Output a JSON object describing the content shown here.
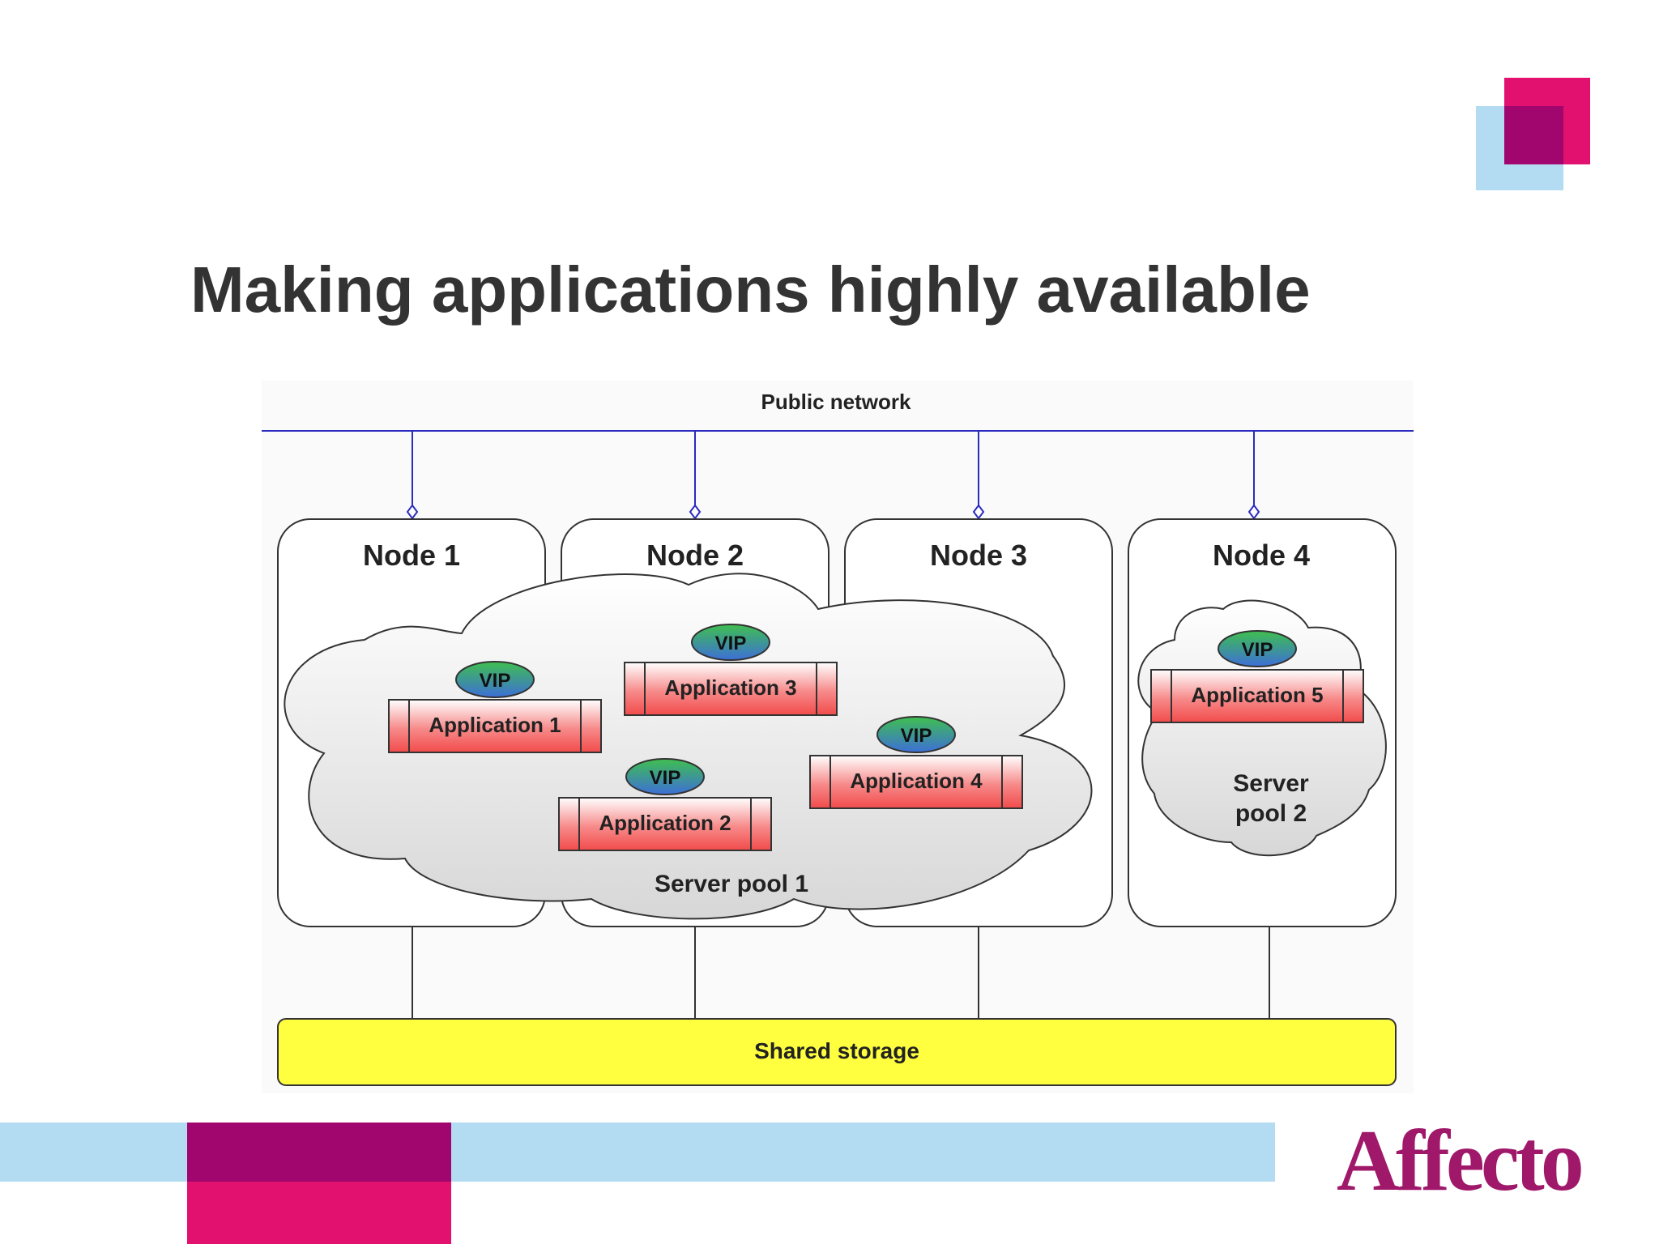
{
  "slide": {
    "title": "Making applications highly available",
    "brand": "Affecto"
  },
  "colors": {
    "magenta": "#e2106f",
    "dark_magenta": "#a0066e",
    "light_blue": "#b3dcf2",
    "network_line": "#2b2bbf",
    "storage_fill": "#ffff40",
    "app_red": "#f24b4b",
    "vip_blue": "#3d6fd8",
    "vip_green": "#3fbf4f"
  },
  "diagram": {
    "network_label": "Public network",
    "storage_label": "Shared storage",
    "vip_label": "VIP",
    "nodes": [
      {
        "label": "Node 1"
      },
      {
        "label": "Node 2"
      },
      {
        "label": "Node 3"
      },
      {
        "label": "Node 4"
      }
    ],
    "pools": [
      {
        "label": "Server pool 1"
      },
      {
        "line1": "Server",
        "line2": "pool 2"
      }
    ],
    "applications": [
      {
        "label": "Application 1"
      },
      {
        "label": "Application 2"
      },
      {
        "label": "Application 3"
      },
      {
        "label": "Application 4"
      },
      {
        "label": "Application 5"
      }
    ]
  }
}
